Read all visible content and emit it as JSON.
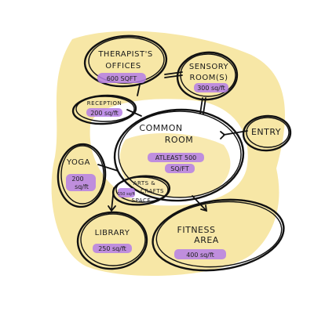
{
  "colors": {
    "highlight_yellow": "#f7e7a6",
    "highlight_purple": "#b57ee6",
    "ink": "#111111"
  },
  "rooms": {
    "therapists_offices": {
      "label_line1": "THERAPIST'S",
      "label_line2": "OFFICES",
      "area": "600 SQFT"
    },
    "sensory_room": {
      "label_line1": "SENSORY",
      "label_line2": "ROOM(S)",
      "area": "300 sq/ft"
    },
    "reception": {
      "label": "RECEPTION",
      "area": "200 sq/ft"
    },
    "common_room": {
      "label_line1": "COMMON",
      "label_line2": "ROOM",
      "area_line1": "ATLEAST 500",
      "area_line2": "SQ/FT"
    },
    "entry": {
      "label": "ENTRY"
    },
    "yoga": {
      "label": "YOGA",
      "area_line1": "200",
      "area_line2": "sq/ft"
    },
    "arts_crafts": {
      "label_line1": "ARTS &",
      "label_line2": "CRAFTS",
      "label_line3": "SPACE",
      "area": "150 sq/ft"
    },
    "library": {
      "label": "LIBRARY",
      "area": "250 sq/ft"
    },
    "fitness_area": {
      "label_line1": "FITNESS",
      "label_line2": "AREA",
      "area": "400 sq/ft"
    }
  }
}
